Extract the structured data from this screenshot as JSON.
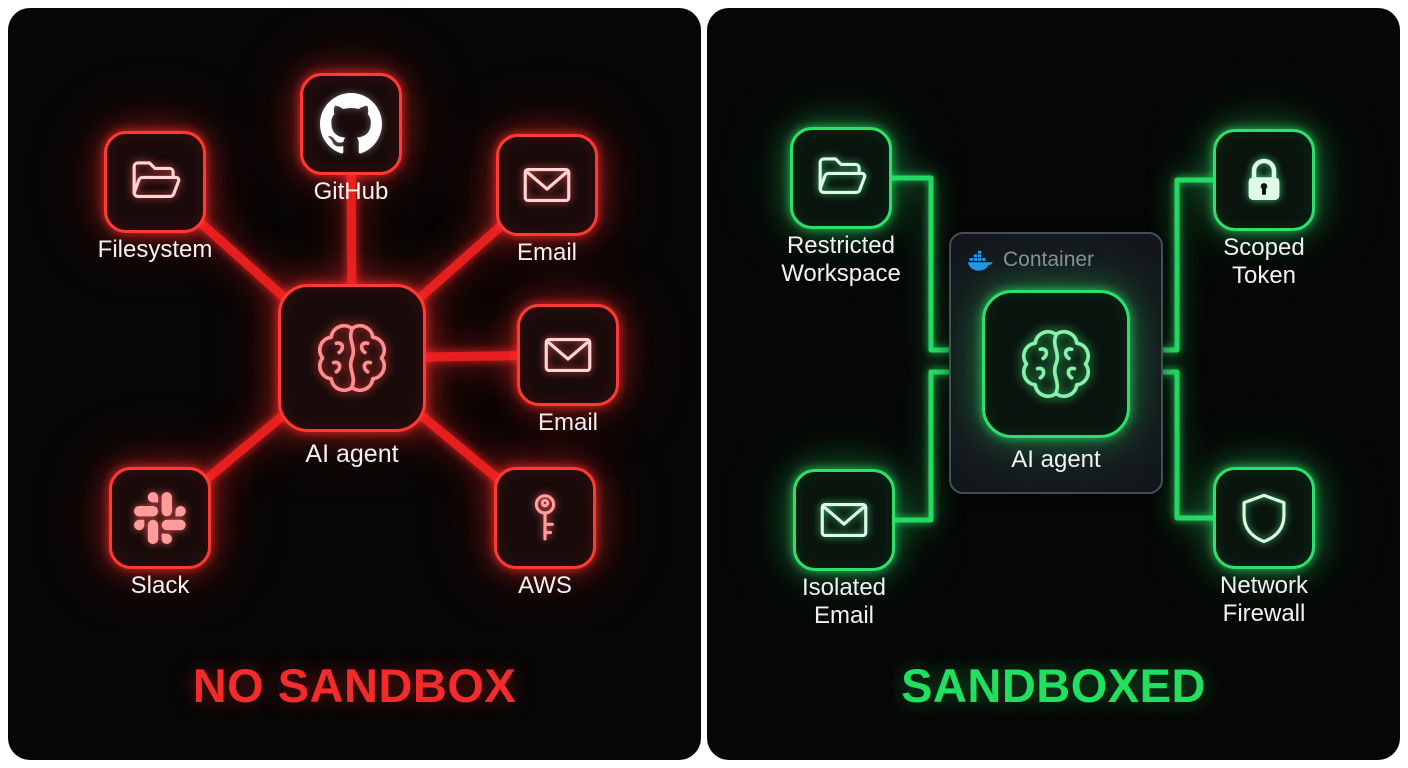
{
  "left_panel": {
    "title": "NO SANDBOX",
    "accent_color": "#ff2e2e",
    "center": {
      "label": "AI agent",
      "icon": "brain-icon"
    },
    "nodes": [
      {
        "label": "Filesystem",
        "icon": "folder-icon"
      },
      {
        "label": "GitHub",
        "icon": "github-icon"
      },
      {
        "label": "Email",
        "icon": "email-icon"
      },
      {
        "label": "Email",
        "icon": "email-icon"
      },
      {
        "label": "AWS",
        "icon": "key-icon"
      },
      {
        "label": "Slack",
        "icon": "slack-icon"
      }
    ]
  },
  "right_panel": {
    "title": "SANDBOXED",
    "accent_color": "#2ee86a",
    "container": {
      "label": "Container",
      "icon": "docker-icon",
      "icon_color": "#2496ed"
    },
    "center": {
      "label": "AI agent",
      "icon": "brain-icon"
    },
    "nodes": [
      {
        "label": "Restricted Workspace",
        "icon": "folder-icon"
      },
      {
        "label": "Scoped Token",
        "icon": "lock-icon"
      },
      {
        "label": "Isolated Email",
        "icon": "email-icon"
      },
      {
        "label": "Network Firewall",
        "icon": "shield-icon"
      }
    ]
  }
}
